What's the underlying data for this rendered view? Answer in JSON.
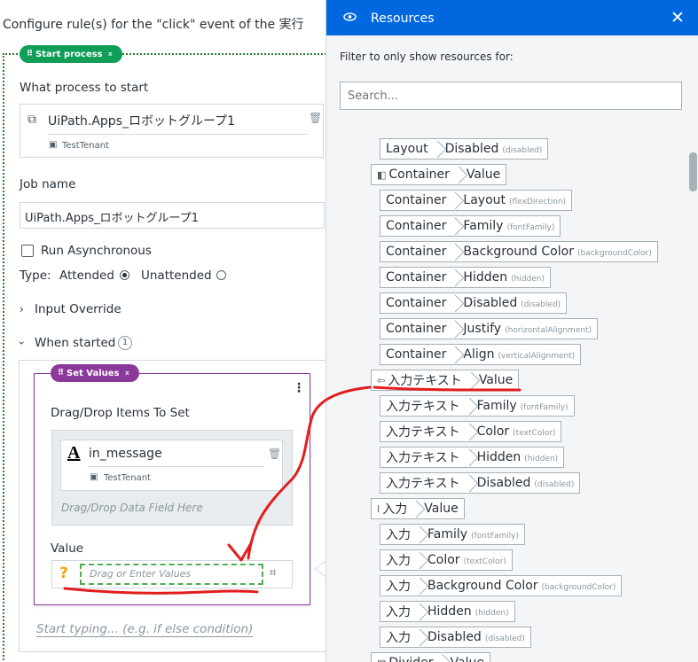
{
  "config": {
    "title": "Configure rule(s) for the \"click\" event of the 実行",
    "start_pill": "Start process",
    "process_label": "What process to start",
    "process_name": "UiPath.Apps_ロボットグループ1",
    "process_tenant": "TestTenant",
    "job_name_label": "Job name",
    "job_name_value": "UiPath.Apps_ロボットグループ1",
    "run_async_label": "Run Asynchronous",
    "type_label": "Type:",
    "type_attended": "Attended",
    "type_unattended": "Unattended",
    "input_override": "Input Override",
    "when_started": "When started",
    "when_started_count": "1",
    "set_values_pill": "Set Values",
    "drag_drop_label": "Drag/Drop Items To Set",
    "item_name": "in_message",
    "item_tenant": "TestTenant",
    "drag_drop_hint": "Drag/Drop Data Field Here",
    "value_label": "Value",
    "value_placeholder": "Drag or Enter Values",
    "start_typing": "Start typing... (e.g. if else condition)"
  },
  "resources": {
    "title": "Resources",
    "filter_label": "Filter to only show resources for:",
    "search_placeholder": "Search...",
    "items": [
      {
        "a": "Layout",
        "b": "Disabled",
        "p": "(disabled)"
      },
      {
        "a": "Container",
        "b": "Value",
        "p": "",
        "icon": "◧"
      },
      {
        "a": "Container",
        "b": "Layout",
        "p": "(flexDirection)"
      },
      {
        "a": "Container",
        "b": "Family",
        "p": "(fontFamily)"
      },
      {
        "a": "Container",
        "b": "Background Color",
        "p": "(backgroundColor)"
      },
      {
        "a": "Container",
        "b": "Hidden",
        "p": "(hidden)"
      },
      {
        "a": "Container",
        "b": "Disabled",
        "p": "(disabled)"
      },
      {
        "a": "Container",
        "b": "Justify",
        "p": "(horizontalAlignment)"
      },
      {
        "a": "Container",
        "b": "Align",
        "p": "(verticalAlignment)"
      },
      {
        "a": "入力テキスト",
        "b": "Value",
        "p": "",
        "icon": "⇦"
      },
      {
        "a": "入力テキスト",
        "b": "Family",
        "p": "(fontFamily)"
      },
      {
        "a": "入力テキスト",
        "b": "Color",
        "p": "(textColor)"
      },
      {
        "a": "入力テキスト",
        "b": "Hidden",
        "p": "(hidden)"
      },
      {
        "a": "入力テキスト",
        "b": "Disabled",
        "p": "(disabled)"
      },
      {
        "a": "入力",
        "b": "Value",
        "p": "",
        "icon": "I"
      },
      {
        "a": "入力",
        "b": "Family",
        "p": "(fontFamily)"
      },
      {
        "a": "入力",
        "b": "Color",
        "p": "(textColor)"
      },
      {
        "a": "入力",
        "b": "Background Color",
        "p": "(backgroundColor)"
      },
      {
        "a": "入力",
        "b": "Hidden",
        "p": "(hidden)"
      },
      {
        "a": "入力",
        "b": "Disabled",
        "p": "(disabled)"
      },
      {
        "a": "Divider",
        "b": "Value",
        "p": "",
        "icon": "▤"
      }
    ]
  },
  "colors": {
    "header_blue": "#0067df",
    "pill_green": "#0f9d58",
    "pill_purple": "#8b3a9c",
    "annotation_red": "#e21d1d"
  }
}
